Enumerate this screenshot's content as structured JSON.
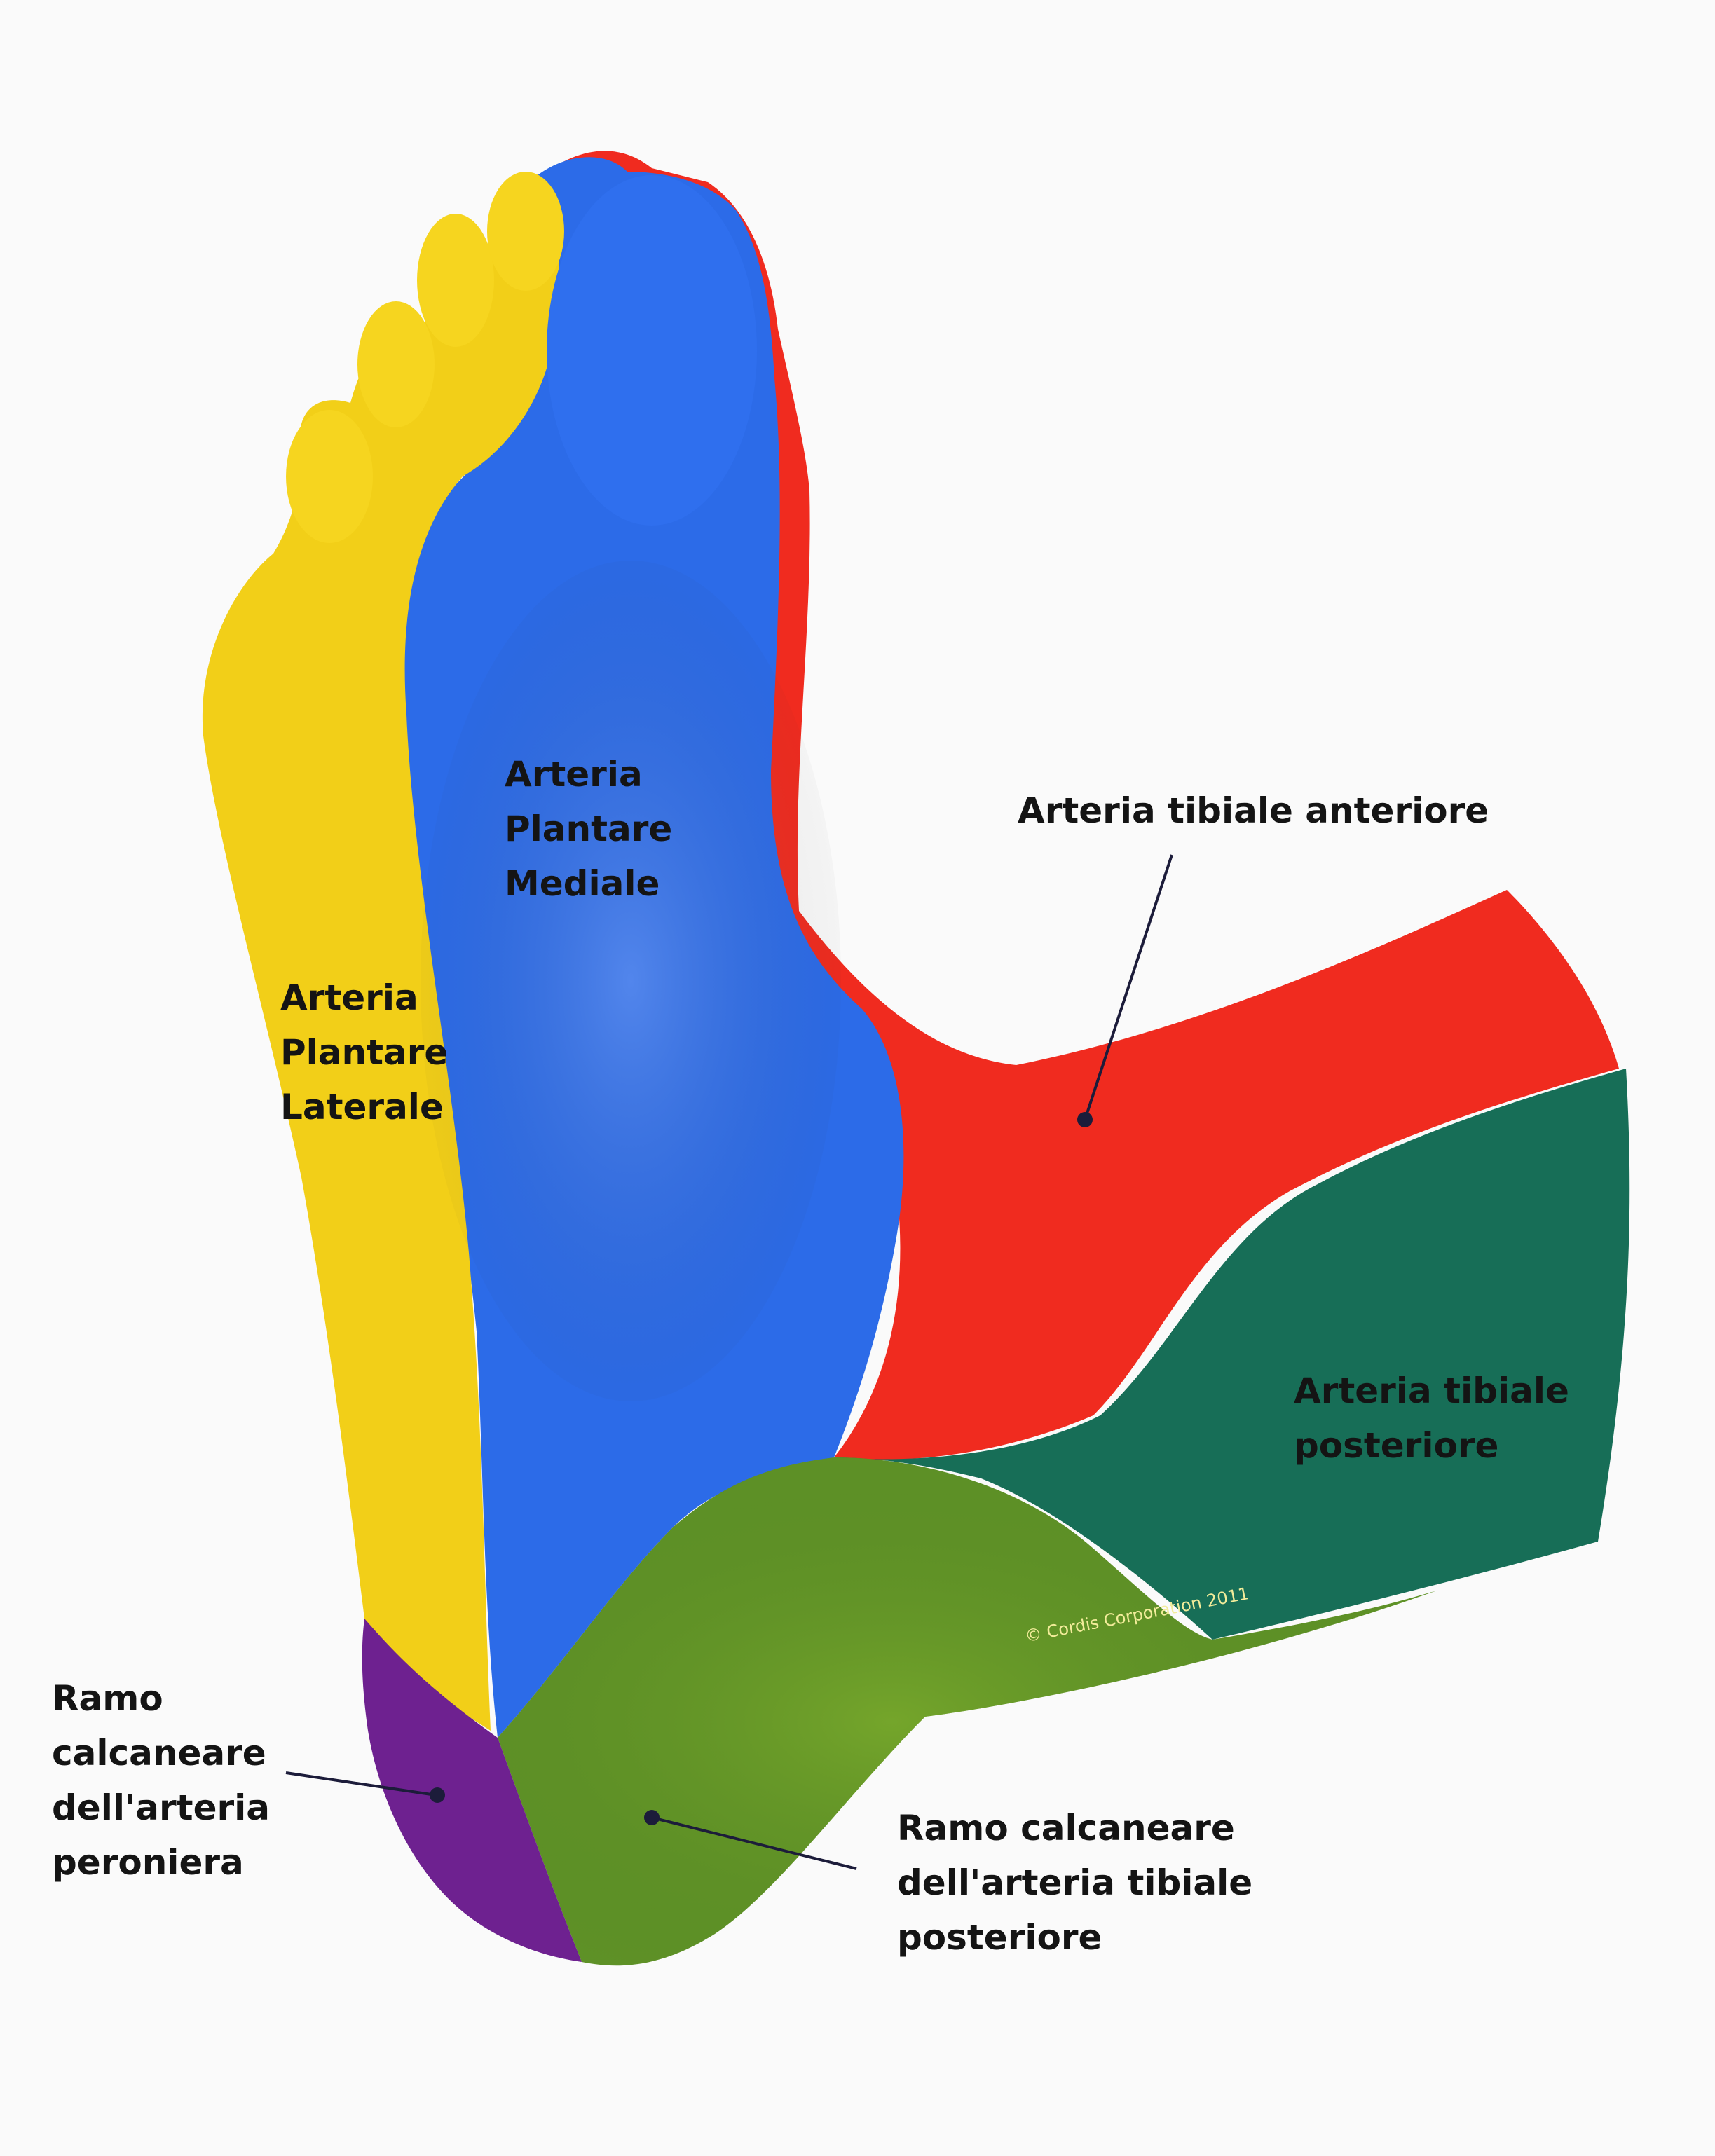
{
  "colors": {
    "background": "#fafafa",
    "anterior_tibial": "#f02b1f",
    "medial_plantar": "#2c6be8",
    "lateral_plantar": "#f2cf18",
    "posterior_tibial": "#176e57",
    "calcaneal_posterior_tibial": "#5f9227",
    "calcaneal_peroneal": "#6e2190",
    "label_text": "#141414",
    "leader_line": "#1c1c3a"
  },
  "labels": {
    "medial_plantar": [
      "Arteria",
      "Plantare",
      "Mediale"
    ],
    "lateral_plantar": [
      "Arteria",
      "Plantare",
      "Laterale"
    ],
    "anterior_tibial": "Arteria tibiale anteriore",
    "posterior_tibial": [
      "Arteria tibiale",
      "posteriore"
    ],
    "calcaneal_peroneal": [
      "Ramo",
      "calcaneare",
      "dell'arteria",
      "peroniera"
    ],
    "calcaneal_posterior_tibial": [
      "Ramo calcaneare",
      "dell'arteria tibiale",
      "posteriore"
    ]
  },
  "copyright": "© Cordis Corporation 2011"
}
